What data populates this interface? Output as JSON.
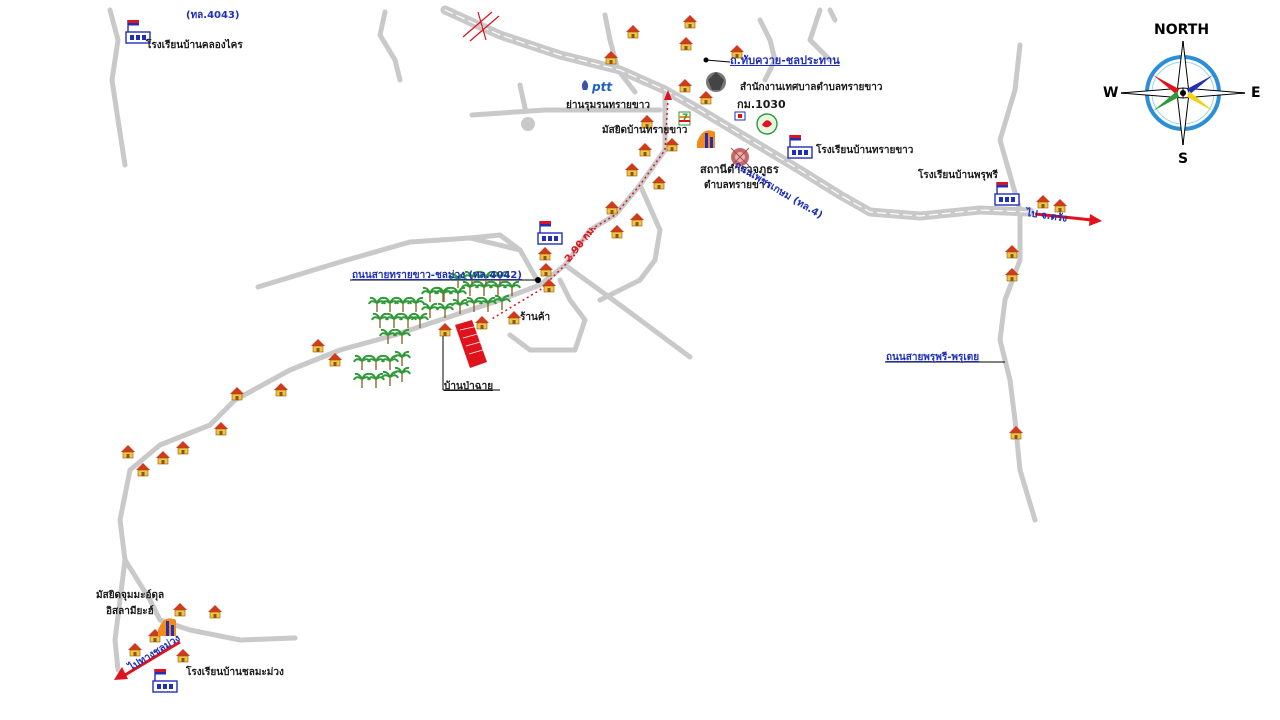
{
  "labels": {
    "road_4043": "(ทล.4043)",
    "school_khlong_khrai": "โรงเรียนบ้านคลองไคร",
    "road_thapkhwai": "ถ.ทับควาย-ชลประทาน",
    "ptt_logo": "ptt",
    "shop_rayong": "ย่านรุมรนทรายขาว",
    "municipal_office": "สำนักงานเทศบาลตำบลทรายขาว",
    "km_1030": "กม.1030",
    "mosque_sai_khao": "มัสยิดบ้านทรายขาว",
    "seven_eleven": "7",
    "school_sai_khao": "โรงเรียนบ้านทรายขาว",
    "police_station_1": "สถานีตำรวจภูธร",
    "police_station_2": "ตำบลทรายขาว",
    "road_highway4": "ถนนเพชรเกษม (ทล.4)",
    "school_phru_phri": "โรงเรียนบ้านพรุพรี",
    "to_trang": "ไป จ.ตรัง",
    "distance": "2.90 กม.",
    "road_4042": "ถนนสายทรายขาว-ชลม่วง (ทล.4042)",
    "shop": "ร้านค้า",
    "ban_pa_chan": "บ้านป่าฉาย",
    "road_phru_phri": "ถนนสายพรุพรี-พรุเตย",
    "mosque_jumma_1": "มัสยิดจุมมะอ์ดุล",
    "mosque_jumma_2": "อิสลามียะฮ์",
    "to_chon_muang": "ไปทางชลม่วง",
    "school_chon_muang": "โรงเรียนบ้านชลมะม่วง"
  },
  "compass": {
    "north": "NORTH",
    "south": "S",
    "east": "E",
    "west": "W"
  },
  "colors": {
    "road": "#c9c9c9",
    "highway_center": "#ffffff",
    "route_dotted": "#e0121b",
    "target_site": "#e0121b",
    "label_blue": "#1f2fb8",
    "house_roof": "#d23a1e",
    "house_wall": "#f3c24a",
    "palm": "#2e9a38",
    "compass_ring": "#2a8fd8"
  },
  "icons": [
    "house-icon",
    "school-icon",
    "palm-tree-icon",
    "ptt-station-icon",
    "mosque-icon",
    "police-icon",
    "compass-rose-icon",
    "emblem-icon",
    "seven-eleven-icon"
  ]
}
